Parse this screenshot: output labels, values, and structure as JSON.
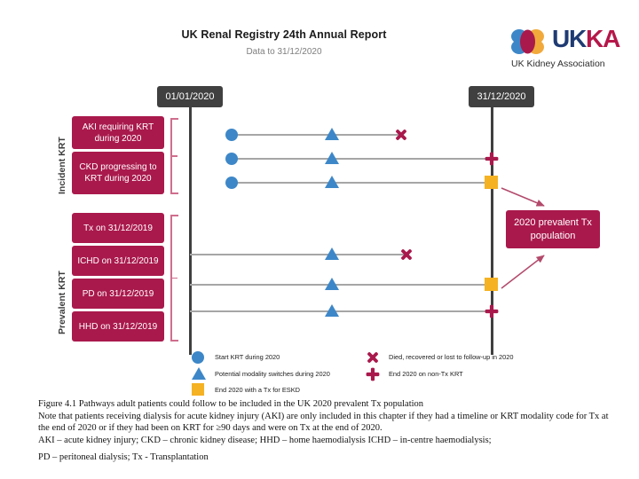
{
  "header": {
    "title": "UK Renal Registry 24th Annual Report",
    "subtitle": "Data to 31/12/2020",
    "logo": {
      "mark_name": "ukka-logo-mark",
      "text_uk": "UK",
      "text_k": "K",
      "text_a": "A",
      "tagline": "UK Kidney Association",
      "colors": {
        "navy": "#1f3b73",
        "crimson": "#b5174a",
        "orange": "#f2a93b",
        "blue": "#3d87c8"
      }
    }
  },
  "timeline": {
    "start_label": "01/01/2020",
    "end_label": "31/12/2020",
    "axis_color": "#3f3f3f",
    "datebox_color": "#404040"
  },
  "groups": [
    {
      "label": "Incident KRT"
    },
    {
      "label": "Prevalent KRT"
    }
  ],
  "boxes": {
    "incident": [
      {
        "name": "aki-box",
        "text": "AKI requiring KRT during 2020"
      },
      {
        "name": "ckd-box",
        "text": "CKD progressing to KRT during 2020"
      }
    ],
    "prevalent": [
      {
        "name": "tx-box",
        "text": "Tx on 31/12/2019"
      },
      {
        "name": "ichd-box",
        "text": "ICHD on 31/12/2019"
      },
      {
        "name": "pd-box",
        "text": "PD on 31/12/2019"
      },
      {
        "name": "hhd-box",
        "text": "HHD on 31/12/2019"
      }
    ],
    "result": {
      "name": "prevalent-tx-population-box",
      "text": "2020 prevalent Tx population"
    }
  },
  "rows": [
    {
      "name": "row-incident-1",
      "start": "circle",
      "middle": "triangle",
      "end": "cross"
    },
    {
      "name": "row-incident-2",
      "start": "circle",
      "middle": "triangle",
      "end": "plus"
    },
    {
      "name": "row-incident-3",
      "start": "circle",
      "middle": "triangle",
      "end": "square"
    },
    {
      "name": "row-prevalent-1",
      "start": "axis",
      "middle": "triangle",
      "end": "cross"
    },
    {
      "name": "row-prevalent-2",
      "start": "axis",
      "middle": "triangle",
      "end": "square"
    },
    {
      "name": "row-prevalent-3",
      "start": "axis",
      "middle": "triangle",
      "end": "plus"
    }
  ],
  "legend": {
    "items": [
      {
        "icon": "circle-icon",
        "label": "Start KRT during 2020",
        "color": "#3d87c8"
      },
      {
        "icon": "triangle-icon",
        "label": "Potential modality switches during 2020",
        "color": "#3d87c8"
      },
      {
        "icon": "square-icon",
        "label": "End 2020 with a Tx for ESKD",
        "color": "#f5b223"
      },
      {
        "icon": "cross-icon",
        "label": "Died, recovered or lost to follow-up in 2020",
        "color": "#a9194c"
      },
      {
        "icon": "plus-icon",
        "label": "End 2020 on non-Tx KRT",
        "color": "#a9194c"
      }
    ]
  },
  "caption": {
    "line1": "Figure 4.1 Pathways adult patients could follow to be included in the UK 2020 prevalent Tx population",
    "line2": "Note that patients receiving dialysis for acute kidney injury (AKI) are only included in this chapter if they had a timeline or KRT modality code for Tx at the end of 2020 or if they had been on KRT for ≥90 days and were on Tx at the end of 2020.",
    "line3": "AKI – acute kidney injury; CKD – chronic kidney disease; HHD – home haemodialysis ICHD – in-centre haemodialysis;",
    "line4": "PD – peritoneal dialysis; Tx - Transplantation"
  },
  "colors": {
    "maroon": "#a9194c",
    "blue": "#3d87c8",
    "yellow": "#f5b223",
    "track": "#a6a6a6",
    "bracket": "#cf6e8d"
  }
}
